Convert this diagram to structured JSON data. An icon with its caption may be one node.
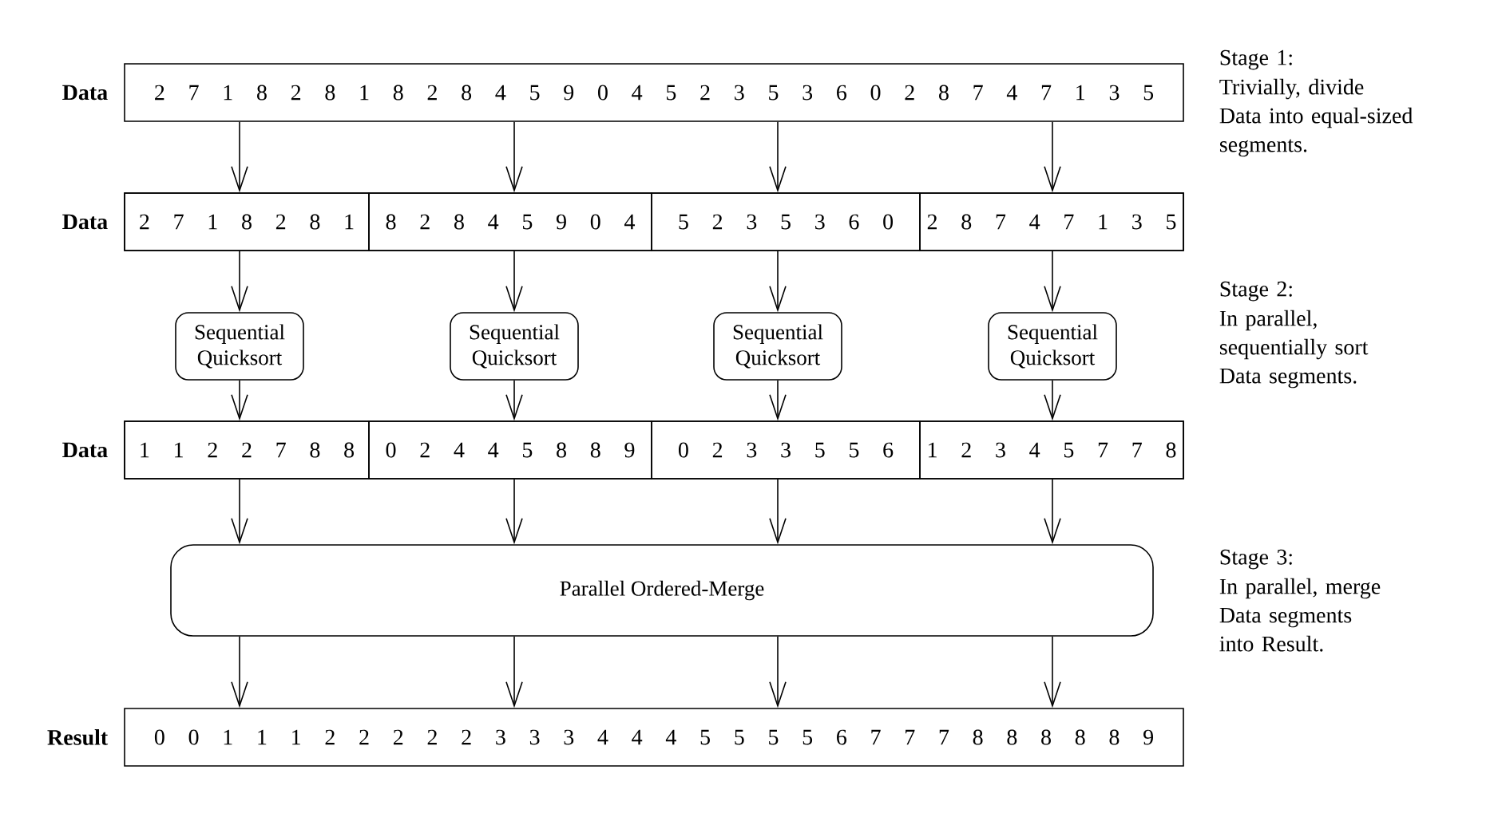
{
  "diagram": {
    "nodes": [
      {
        "text": [
          "Data",
          "2 7 1 8 2 8 1 8 2 8 4 5 9 0 4 5 2 3 5 3 6 0 2 8 7 4 7 1 3 5"
        ]
      },
      {
        "text": [
          "Data"
        ]
      },
      {
        "text": [
          "2 7 1 8 2 8 1"
        ],
        "in": 1
      },
      {
        "text": [
          "8 2 8 4 5 9 0 4"
        ],
        "in": 1
      },
      {
        "text": [
          "5 2 3 5 3 6 0"
        ],
        "in": 1
      },
      {
        "text": [
          "2 8 7 4 7 1 3 5"
        ],
        "in": 1
      },
      {
        "text": [
          "Sequential Quicksort"
        ]
      },
      {
        "text": [
          "Sequential Quicksort"
        ]
      },
      {
        "text": [
          "Sequential Quicksort"
        ]
      },
      {
        "text": [
          "Sequential Quicksort"
        ]
      },
      {
        "text": [
          "Data"
        ]
      },
      {
        "text": [
          "1 1 2 2 7 8 8"
        ],
        "in": 10
      },
      {
        "text": [
          "0 2 4 4 5 8 8 9"
        ],
        "in": 10
      },
      {
        "text": [
          "0 2 3 3 5 5 6"
        ],
        "in": 10
      },
      {
        "text": [
          "1 2 3 4 5 7 7 8"
        ],
        "in": 10
      },
      {
        "text": [
          "Parallel Ordered-Merge"
        ]
      },
      {
        "text": [
          "Result",
          "0 0 1 1 1 2 2 2 2 2 3 3 3 4 4 4 5 5 5 5 6 7 7 7 8 8 8 8 8 9"
        ]
      }
    ],
    "edges": [
      {
        "from": 0,
        "to": 2,
        "arrow": "to"
      },
      {
        "from": 0,
        "to": 3,
        "arrow": "to"
      },
      {
        "from": 0,
        "to": 4,
        "arrow": "to"
      },
      {
        "from": 0,
        "to": 5,
        "arrow": "to"
      },
      {
        "from": 2,
        "to": 6,
        "arrow": "to"
      },
      {
        "from": 3,
        "to": 7,
        "arrow": "to"
      },
      {
        "from": 4,
        "to": 8,
        "arrow": "to"
      },
      {
        "from": 5,
        "to": 9,
        "arrow": "to"
      },
      {
        "from": 6,
        "to": 11,
        "arrow": "to"
      },
      {
        "from": 7,
        "to": 12,
        "arrow": "to"
      },
      {
        "from": 8,
        "to": 13,
        "arrow": "to"
      },
      {
        "from": 9,
        "to": 14,
        "arrow": "to"
      },
      {
        "from": 11,
        "to": 15,
        "arrow": "to"
      },
      {
        "from": 12,
        "to": 15,
        "arrow": "to"
      },
      {
        "from": 13,
        "to": 15,
        "arrow": "to"
      },
      {
        "from": 14,
        "to": 15,
        "arrow": "to"
      },
      {
        "from": 15,
        "to": 16,
        "arrow": "to"
      },
      {
        "from": 15,
        "to": 16,
        "arrow": "to"
      },
      {
        "from": 15,
        "to": 16,
        "arrow": "to"
      },
      {
        "from": 15,
        "to": 16,
        "arrow": "to"
      }
    ],
    "labels": [
      "Stage 1:",
      "Trivially, divide Data into equal-sized segments.",
      "Stage 2:",
      "In parallel, sequentially sort Data segments.",
      "Stage 3:",
      "In parallel, merge Data segments into Result."
    ]
  }
}
